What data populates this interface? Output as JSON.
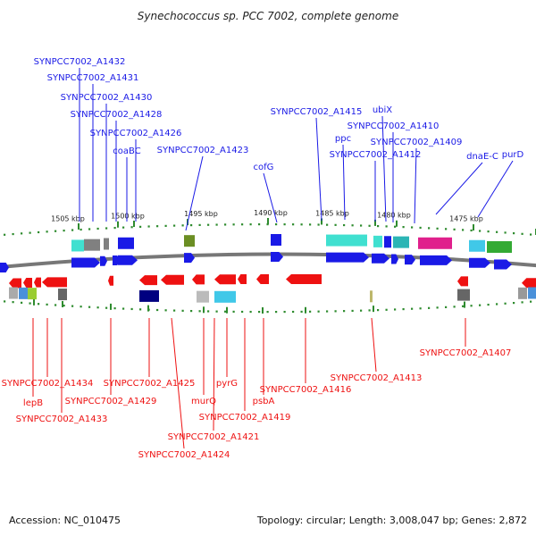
{
  "header": {
    "title": "Synechococcus sp. PCC 7002, complete genome"
  },
  "footer": {
    "accession": "Accession: NC_010475",
    "summary": "Topology: circular; Length: 3,008,047 bp; Genes: 2,872"
  },
  "scale": {
    "ticks": [
      "1505 kbp",
      "1500 kbp",
      "1495 kbp",
      "1490 kbp",
      "1485 kbp",
      "1480 kbp",
      "1475 kbp"
    ]
  },
  "colors": {
    "forward": "#1a1ae6",
    "reverse": "#ee1111",
    "backbone": "#777777",
    "dots": "#2e8b2e"
  },
  "genes": {
    "forward": [
      "SYNPCC7002_A1432",
      "SYNPCC7002_A1431",
      "SYNPCC7002_A1430",
      "SYNPCC7002_A1428",
      "SYNPCC7002_A1426",
      "coaBC",
      "SYNPCC7002_A1423",
      "cofG",
      "SYNPCC7002_A1415",
      "ubiX",
      "ppc",
      "SYNPCC7002_A1410",
      "SYNPCC7002_A1409",
      "SYNPCC7002_A1412",
      "dnaE-C",
      "purD"
    ],
    "reverse": [
      "SYNPCC7002_A1434",
      "lepB",
      "SYNPCC7002_A1433",
      "SYNPCC7002_A1429",
      "SYNPCC7002_A1425",
      "SYNPCC7002_A1424",
      "SYNPCC7002_A1421",
      "murQ",
      "pyrG",
      "SYNPCC7002_A1419",
      "psbA",
      "SYNPCC7002_A1416",
      "SYNPCC7002_A1413",
      "SYNPCC7002_A1407"
    ]
  }
}
